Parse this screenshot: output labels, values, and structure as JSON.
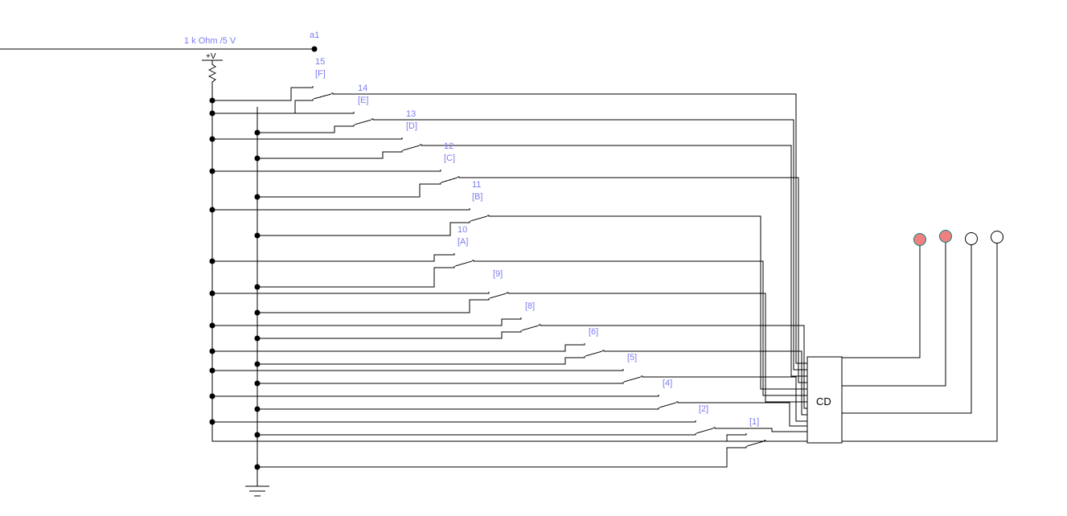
{
  "supply": {
    "label": "1 k Ohm /5 V",
    "node": "a1",
    "vcc_label": "+V"
  },
  "decoder": {
    "label": "CD"
  },
  "switches": [
    {
      "num": "15",
      "key": "[F]"
    },
    {
      "num": "14",
      "key": "[E]"
    },
    {
      "num": "13",
      "key": "[D]"
    },
    {
      "num": "12",
      "key": "[C]"
    },
    {
      "num": "11",
      "key": "[B]"
    },
    {
      "num": "10",
      "key": "[A]"
    },
    {
      "num": "",
      "key": "[9]"
    },
    {
      "num": "",
      "key": "[8]"
    },
    {
      "num": "",
      "key": "[6]"
    },
    {
      "num": "",
      "key": "[5]"
    },
    {
      "num": "",
      "key": "[4]"
    },
    {
      "num": "",
      "key": "[2]"
    },
    {
      "num": "",
      "key": "[1]"
    }
  ],
  "leds": [
    {
      "state": "on",
      "color": "#f08080"
    },
    {
      "state": "on",
      "color": "#f08080"
    },
    {
      "state": "off",
      "color": "#ffffff"
    },
    {
      "state": "off",
      "color": "#ffffff"
    }
  ]
}
